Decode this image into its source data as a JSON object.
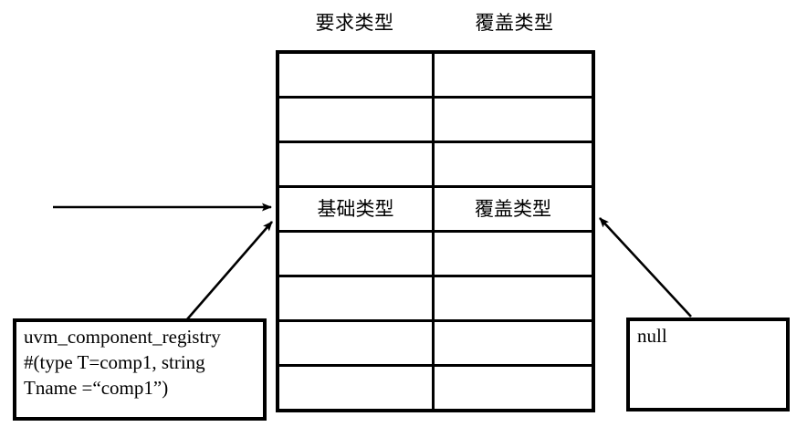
{
  "diagram": {
    "headers": [
      {
        "id": "required-type",
        "label": "要求类型"
      },
      {
        "id": "override-type",
        "label": "覆盖类型"
      }
    ],
    "table": {
      "row_count": 8,
      "rows": [
        {
          "left": "",
          "right": ""
        },
        {
          "left": "",
          "right": ""
        },
        {
          "left": "",
          "right": ""
        },
        {
          "left": "基础类型",
          "right": "覆盖类型"
        },
        {
          "left": "",
          "right": ""
        },
        {
          "left": "",
          "right": ""
        },
        {
          "left": "",
          "right": ""
        },
        {
          "left": "",
          "right": ""
        }
      ]
    },
    "notes": {
      "registry": {
        "lines": [
          "uvm_component_registry",
          "#(type T=comp1, string",
          "Tname =“comp1”)"
        ]
      },
      "null_note": {
        "lines": [
          "null"
        ]
      }
    },
    "arrows": [
      {
        "id": "lookup-arrow",
        "kind": "horizontal"
      },
      {
        "id": "registry-pointer-arrow",
        "kind": "diagonal-up-right"
      },
      {
        "id": "null-pointer-arrow",
        "kind": "diagonal-up-left"
      }
    ],
    "colors": {
      "stroke": "#000000",
      "background": "#ffffff"
    }
  }
}
